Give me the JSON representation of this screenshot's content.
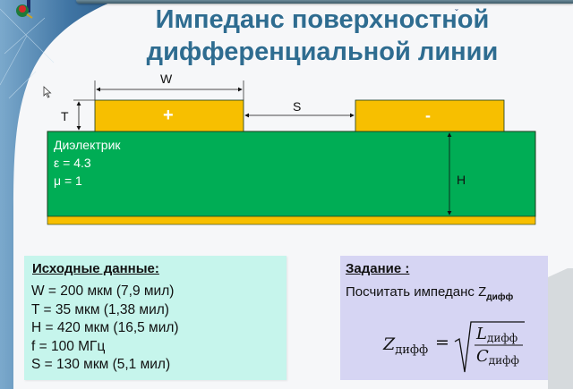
{
  "title": {
    "line1": "Импеданс поверхностной",
    "line2": "дифференциальной линии"
  },
  "diagram": {
    "label_w": "W",
    "label_t": "T",
    "label_s": "S",
    "label_h": "H",
    "plus_sign": "+",
    "minus_sign": "-",
    "dielectric": {
      "name": "Диэлектрик",
      "epsilon": "ε = 4.3",
      "mu": "μ = 1"
    },
    "colors": {
      "conductor": "#f7bf00",
      "dielectric": "#00ad55",
      "substrate_trace": "#f7bf00",
      "outline": "#1a3a1a"
    }
  },
  "input_data": {
    "heading": "Исходные данные:",
    "params": [
      "W = 200 мкм (7,9 мил)",
      "T = 35 мкм (1,38 мил)",
      "H = 420 мкм (16,5 мил)",
      "f = 100 МГц",
      "S = 130 мкм (5,1 мил)"
    ]
  },
  "task": {
    "heading": "Задание :",
    "text": "Посчитать импеданс Z",
    "text_subscript": "дифф",
    "formula": {
      "lhs": "Z",
      "lhs_sub": "дифф",
      "equals": "=",
      "num": "L",
      "num_sub": "дифф",
      "den": "C",
      "den_sub": "дифф"
    }
  },
  "colors": {
    "title": "#2e6c90",
    "left_panel": "#c6f5ec",
    "right_panel": "#d6d5f3",
    "swoosh": "#3a6f9c"
  }
}
